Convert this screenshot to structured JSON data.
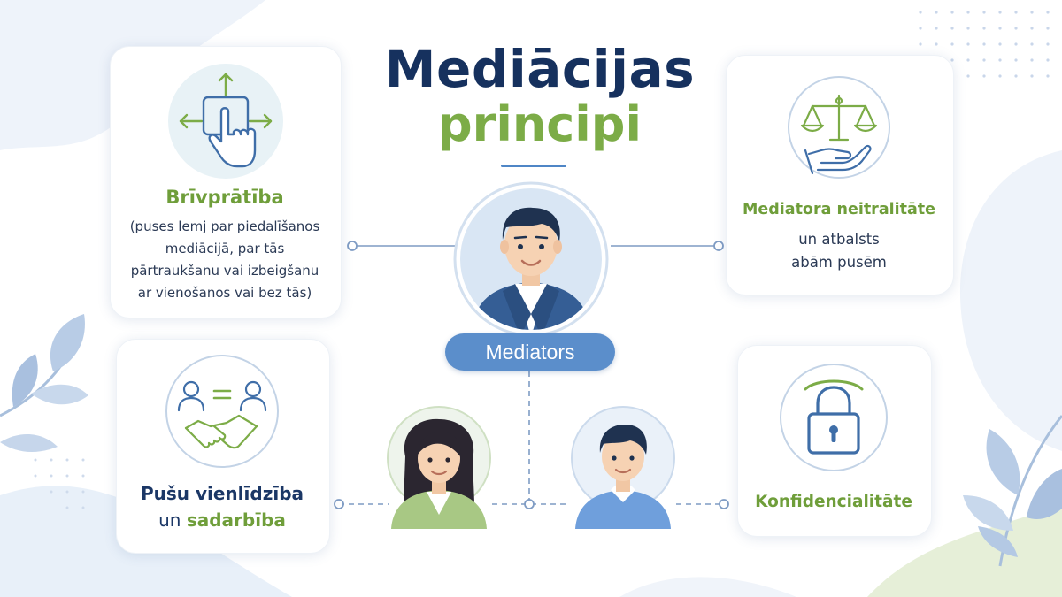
{
  "title": {
    "line1": "Mediācijas",
    "line2": "principi"
  },
  "center": {
    "label": "Mediators"
  },
  "cards": {
    "voluntariness": {
      "heading": "Brīvprātība",
      "lines": [
        "(puses lemj par piedalīšanos",
        "mediācijā, par tās",
        "pārtraukšanu vai izbeigšanu",
        "ar vienošanos vai bez tās)"
      ]
    },
    "neutrality": {
      "heading": "Mediatora neitralitāte",
      "lines": [
        "un atbalsts",
        "abām pusēm"
      ]
    },
    "equality": {
      "heading_part1": "Pušu vienlīdzība",
      "heading_part2_prefix": "un ",
      "heading_part2_accent": "sadarbība"
    },
    "confidentiality": {
      "heading": "Konfidencialitāte"
    }
  },
  "icons": {
    "voluntariness": "hand-pointer-arrows-icon",
    "neutrality": "scales-in-hand-icon",
    "equality": "people-equal-handshake-icon",
    "confidentiality": "padlock-icon"
  },
  "colors": {
    "navy": "#16315e",
    "green": "#7cac47",
    "blue": "#5b8ecb",
    "connector": "#7f9cc4"
  }
}
